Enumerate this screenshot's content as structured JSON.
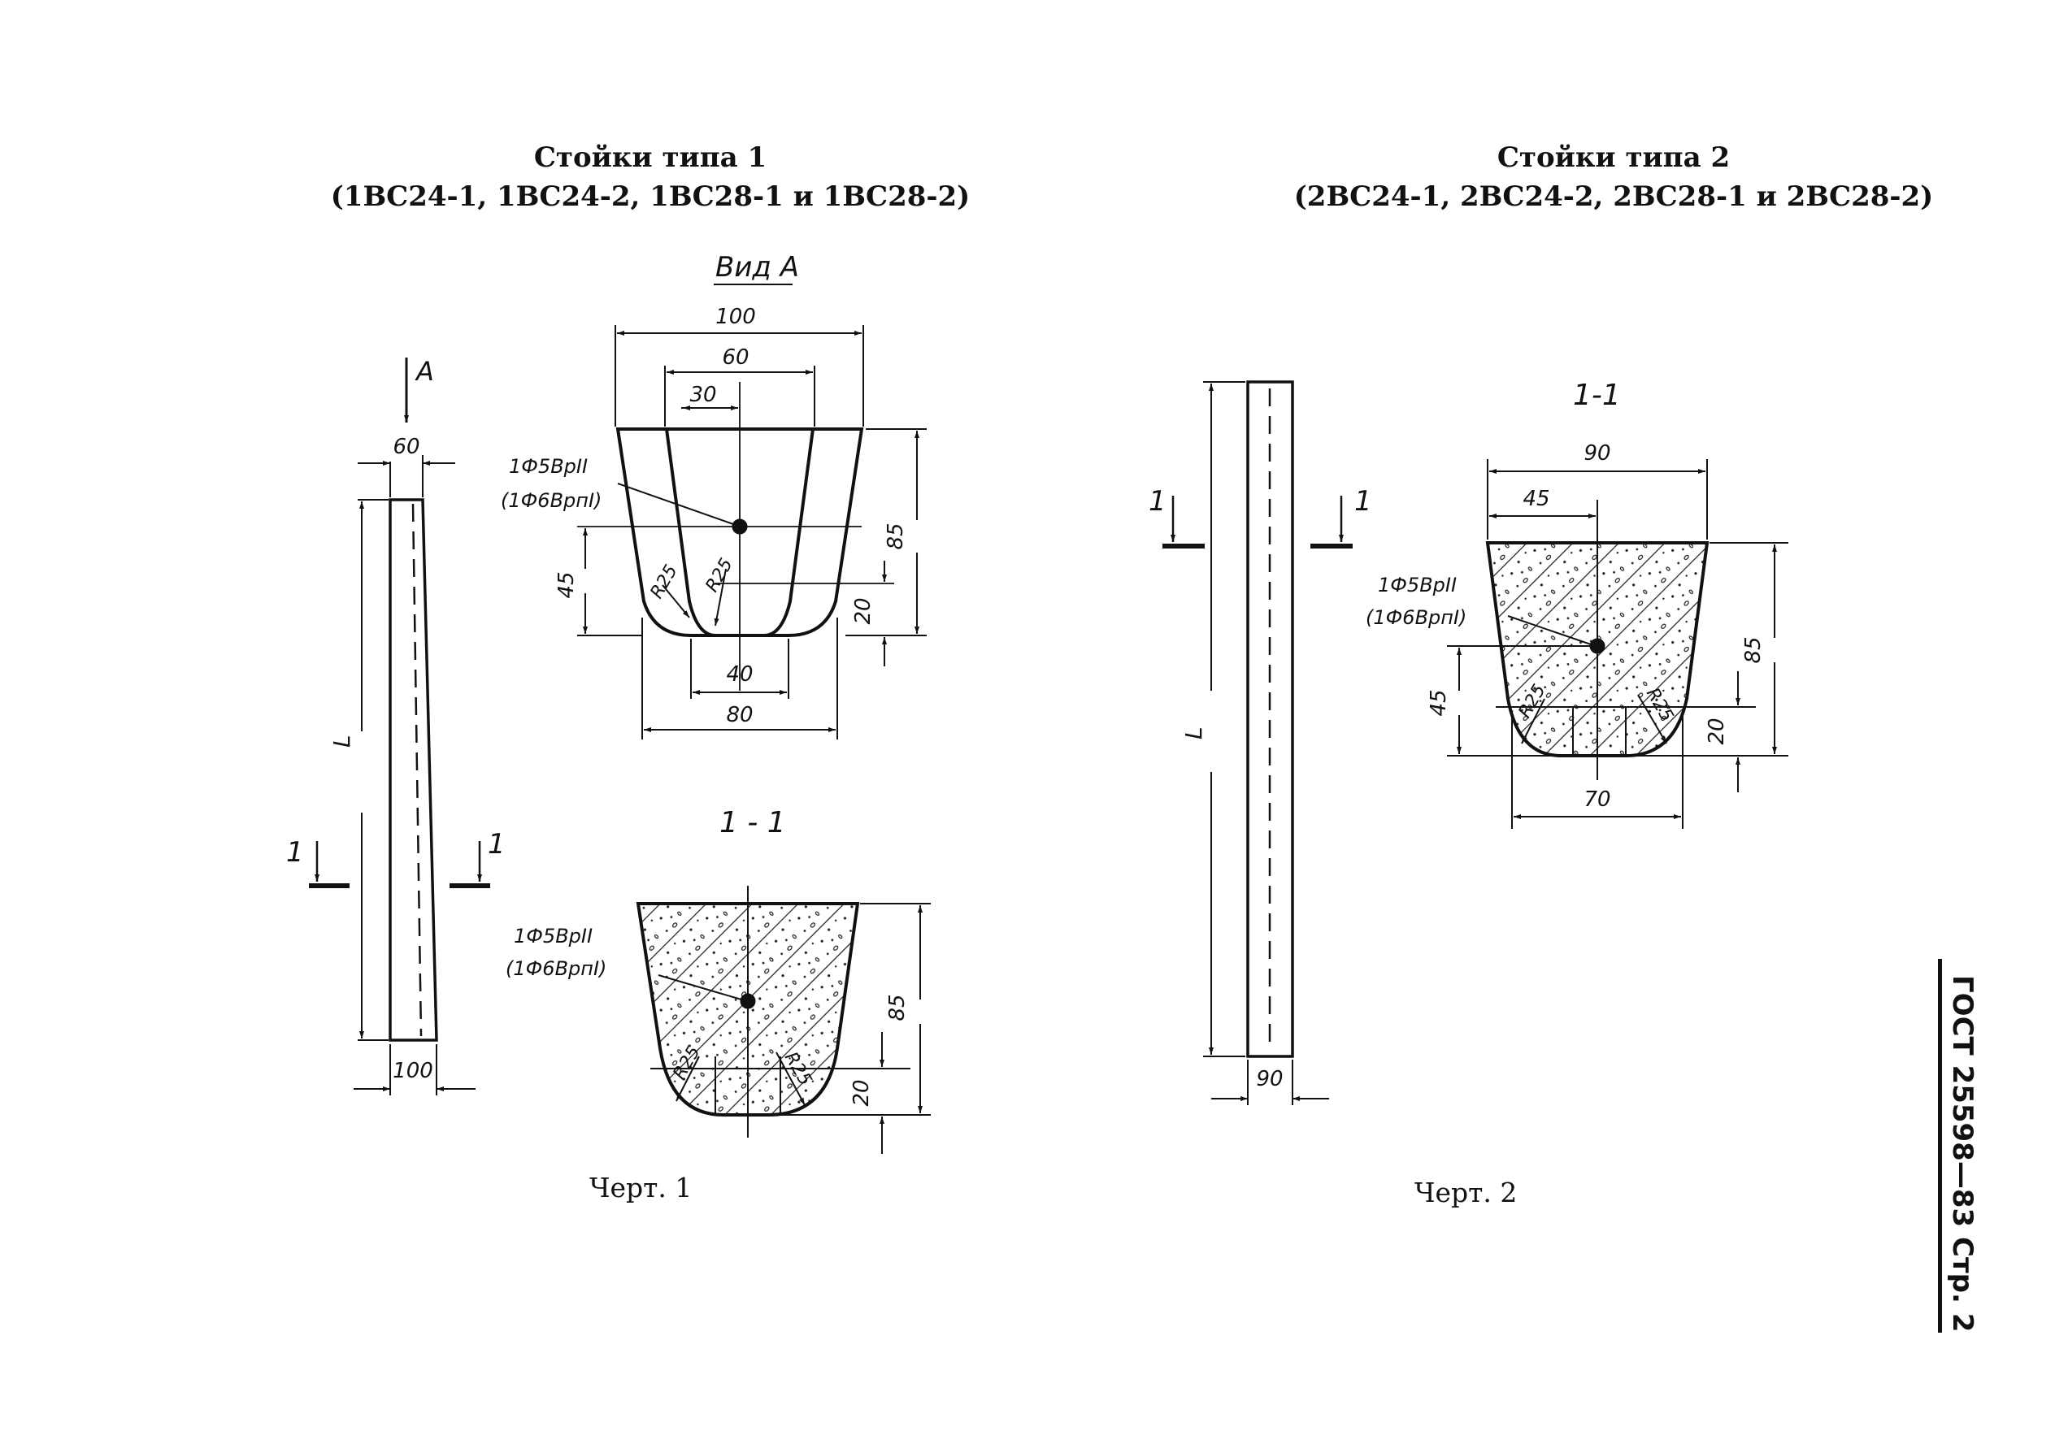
{
  "left": {
    "title_line1": "Стойки типа 1",
    "title_line2": "(1ВС24-1, 1ВС24-2, 1ВС28-1 и 1ВС28-2)",
    "caption": "Черт. 1",
    "view_label": "Вид А",
    "arrow_label": "А",
    "section_label": "1 - 1",
    "cut_marker": "1",
    "length_label": "L",
    "dims": {
      "top_width": "60",
      "bottom_width": "100",
      "view_100": "100",
      "view_60": "60",
      "view_30": "30",
      "view_85": "85",
      "view_45": "45",
      "view_20": "20",
      "view_40": "40",
      "view_80": "80",
      "r1": "R25",
      "r2": "R25",
      "sec_85": "85",
      "sec_20": "20",
      "sec_r1": "R25",
      "sec_r2": "R25"
    },
    "rebar_line1": "1Ф5ВрII",
    "rebar_line2": "(1Ф6ВрпI)"
  },
  "right": {
    "title_line1": "Стойки типа 2",
    "title_line2": "(2ВС24-1, 2ВС24-2, 2ВС28-1 и 2ВС28-2)",
    "caption": "Черт. 2",
    "section_label": "1-1",
    "cut_marker": "1",
    "length_label": "L",
    "dims": {
      "width": "90",
      "sec_90": "90",
      "sec_45": "45",
      "sec_85": "85",
      "sec_45v": "45",
      "sec_20": "20",
      "sec_70": "70",
      "r1": "R25",
      "r2": "R25"
    },
    "rebar_line1": "1Ф5ВрII",
    "rebar_line2": "(1Ф6ВрпI)"
  },
  "sidebar": {
    "stamp": "ГОСТ 25598—83 Стр. 2"
  }
}
